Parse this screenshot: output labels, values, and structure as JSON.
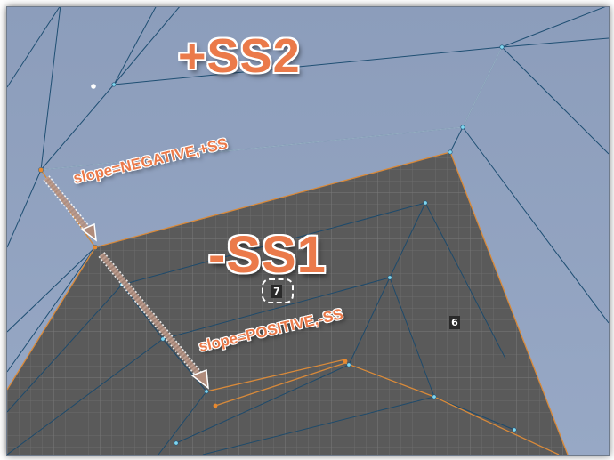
{
  "annotations": {
    "region_top": "+SS2",
    "region_bottom": "-SS1",
    "slope_upper": "slope=NEGATIVE,+SS",
    "slope_lower": "slope=POSITIVE,-SS"
  },
  "face_ids": {
    "selected": "7",
    "other": "6"
  },
  "colors": {
    "upper_surface": "#8e9fbd",
    "lower_surface": "#5b5b5b",
    "grid": "#6b6b6b",
    "label_orange": "#eb7a4a",
    "edge_orange": "#d88a3a",
    "edge_blue": "#1f4f73",
    "vertex_cyan": "#7fd6ef"
  },
  "icons": {
    "arrow": "down-right-arrow-icon"
  }
}
